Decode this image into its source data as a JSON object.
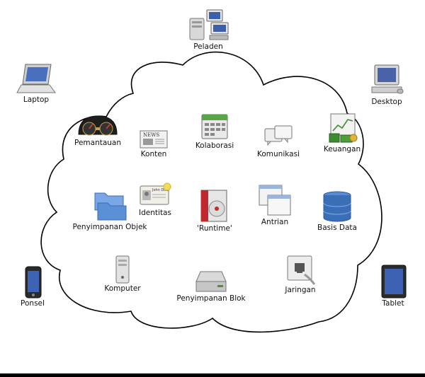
{
  "devices": {
    "peladen": "Peladen",
    "laptop": "Laptop",
    "desktop": "Desktop",
    "ponsel": "Ponsel",
    "tablet": "Tablet"
  },
  "services": {
    "pemantauan": "Pemantauan",
    "konten": "Konten",
    "kolaborasi": "Kolaborasi",
    "komunikasi": "Komunikasi",
    "keuangan": "Keuangan",
    "penyimpanan_objek": "Penyimpanan Objek",
    "identitas": "Identitas",
    "runtime": "'Runtime'",
    "antrian": "Antrian",
    "basis_data": "Basis Data",
    "komputer": "Komputer",
    "penyimpanan_blok": "Penyimpanan Blok",
    "jaringan": "Jaringan"
  },
  "icon_text": {
    "news": "NEWS",
    "id_name": "John Doe"
  },
  "colors": {
    "cloud_stroke": "#000000",
    "folder": "#5b8fd6",
    "database": "#3a6fb8",
    "calendar_green": "#5aa34a",
    "runtime_red": "#c0282d",
    "money_green": "#3d8b2f"
  }
}
